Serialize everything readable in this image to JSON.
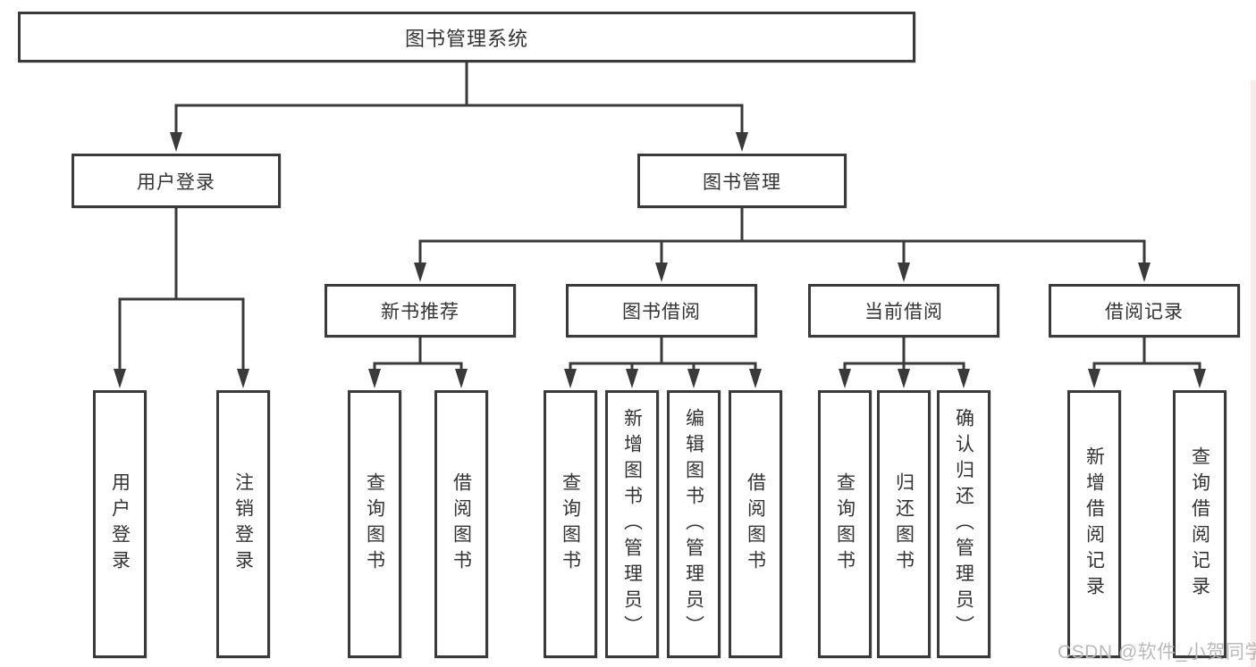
{
  "colors": {
    "line": "#3a3a3a",
    "box_border": "#3a3a3a",
    "box_fill": "#ffffff",
    "text": "#333333",
    "watermark_text": "#b9b9b9",
    "right_edge_strip": "#f3dada"
  },
  "watermark": "CSDN @软件_小贺同学",
  "tree": {
    "label": "图书管理系统",
    "children": [
      {
        "label": "用户登录",
        "children": [
          {
            "label": "用户登录"
          },
          {
            "label": "注销登录"
          }
        ]
      },
      {
        "label": "图书管理",
        "children": [
          {
            "label": "新书推荐",
            "children": [
              {
                "label": "查询图书"
              },
              {
                "label": "借阅图书"
              }
            ]
          },
          {
            "label": "图书借阅",
            "children": [
              {
                "label": "查询图书"
              },
              {
                "label": "新增图书（管理员）"
              },
              {
                "label": "编辑图书（管理员）"
              },
              {
                "label": "借阅图书"
              }
            ]
          },
          {
            "label": "当前借阅",
            "children": [
              {
                "label": "查询图书"
              },
              {
                "label": "归还图书"
              },
              {
                "label": "确认归还（管理员）"
              }
            ]
          },
          {
            "label": "借阅记录",
            "children": [
              {
                "label": "新增借阅记录"
              },
              {
                "label": "查询借阅记录"
              }
            ]
          }
        ]
      }
    ]
  }
}
